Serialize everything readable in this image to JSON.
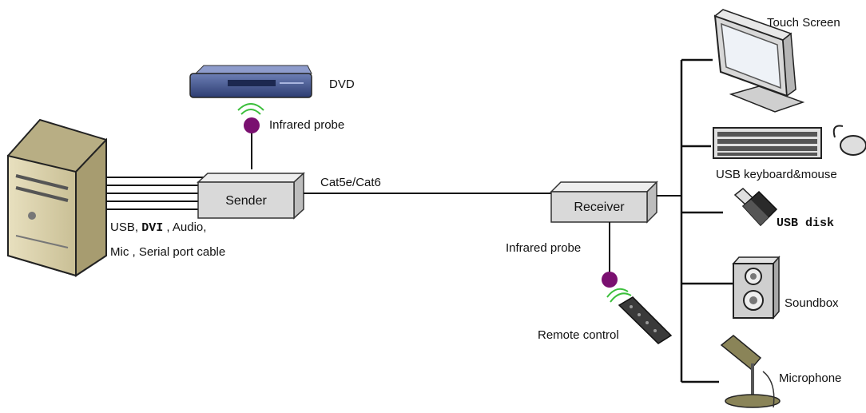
{
  "nodes": {
    "sender": "Sender",
    "receiver": "Receiver"
  },
  "labels": {
    "dvd": "DVD",
    "infrared_probe_top": "Infrared probe",
    "cable": "Cat5e/Cat6",
    "pc_cables_line1_a": "USB,",
    "pc_cables_line1_b": "DVI",
    "pc_cables_line1_c": ", Audio,",
    "pc_cables_line2": "Mic , Serial port cable",
    "infrared_probe_bottom": "Infrared probe",
    "remote_control": "Remote control",
    "touch_screen": "Touch Screen",
    "keyboard_mouse": "USB keyboard&mouse",
    "usb_disk": "USB disk",
    "soundbox": "Soundbox",
    "microphone": "Microphone"
  },
  "colors": {
    "line": "#111111",
    "box_face": "#d9d9d9",
    "probe": "#7a1070",
    "signal": "#3cbf3c"
  },
  "icons": [
    "pc-tower-icon",
    "dvd-player-icon",
    "monitor-icon",
    "keyboard-icon",
    "mouse-icon",
    "usb-disk-icon",
    "speaker-icon",
    "microphone-icon",
    "remote-control-icon",
    "infrared-probe-icon"
  ]
}
